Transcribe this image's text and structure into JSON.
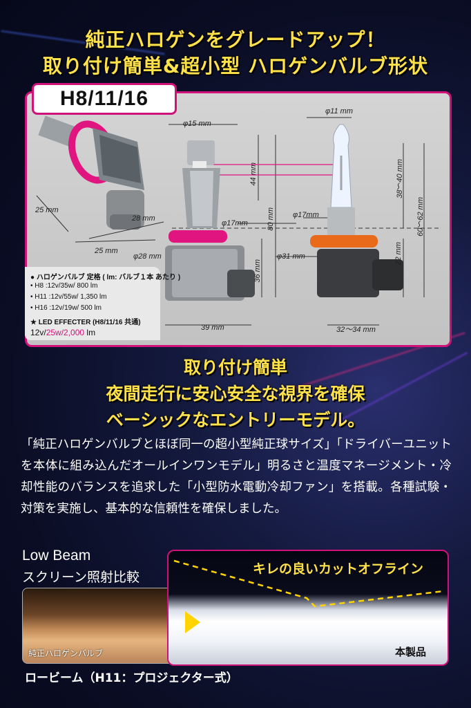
{
  "headline": {
    "line1": "純正ハロゲンをグレードアップ！",
    "line2": "取り付け簡単&超小型 ハロゲンバルブ形状"
  },
  "model": "H8/11/16",
  "dimensions": {
    "led_head_diameter": "φ15 mm",
    "led_neck_diameter": "φ17mm",
    "led_base_diameter": "φ28 mm",
    "led_upper_height": "44 mm",
    "led_total_height": "80 mm",
    "led_lower_height": "36 mm",
    "led_width": "39 mm",
    "side_depth": "28 mm",
    "side_width": "25 mm",
    "side_length": "25 mm",
    "halogen_top_diameter": "φ11 mm",
    "halogen_neck_diameter": "φ17mm",
    "halogen_base_diameter": "φ31 mm",
    "halogen_upper_height": "38～40 mm",
    "halogen_total_height": "60～62 mm",
    "halogen_lower_height": "22 mm",
    "halogen_width": "32～34 mm"
  },
  "specs": {
    "title": "● ハロゲンバルブ 定格 ( lm: バルブ１本 あたり )",
    "rows": [
      "• H8  :12v/35w/   800 lm",
      "• H11 :12v/55w/ 1,350 lm",
      "• H16 :12v/19w/   500 lm"
    ],
    "led_title": "★ LED EFFECTER (H8/11/16 共通)",
    "led_v": "12v/",
    "led_w": "25w/",
    "led_lm": "2,000",
    "led_unit": " lm"
  },
  "taglines": {
    "line1": "取り付け簡単",
    "line2": "夜間走行に安心安全な視界を確保",
    "line3": "ベーシックなエントリーモデル。"
  },
  "description": "「純正ハロゲンバルブとほぼ同一の超小型純正球サイズ」「ドライバーユニットを本体に組み込んだオールインワンモデル」明るさと温度マネージメント・冷却性能のバランスを追求した「小型防水電動冷却ファン」を搭載。各種試験・対策を実施し、基本的な信頼性を確保しました。",
  "comparison": {
    "title": "Low Beam",
    "subtitle": "スクリーン照射比較",
    "halogen_label": "純正ハロゲンバルブ",
    "cutoff_label": "キレの良いカットオフライン",
    "product_label": "本製品",
    "caption": "ロービーム（H11：プロジェクター式）"
  },
  "colors": {
    "accent": "#d0117a",
    "headline": "#ffe24a"
  }
}
